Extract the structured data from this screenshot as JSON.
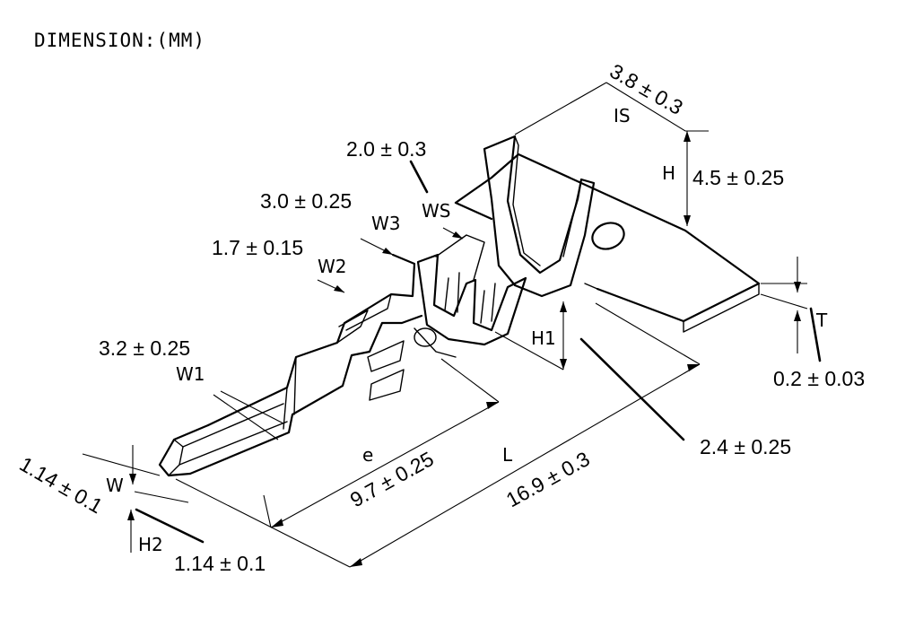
{
  "title": "DIMENSION:(MM)",
  "dimensions": {
    "IS": {
      "symbol": "IS",
      "value": "3.8 ± 0.3"
    },
    "H": {
      "symbol": "H",
      "value": "4.5 ± 0.25"
    },
    "WS": {
      "symbol": "WS",
      "value": "2.0 ± 0.3"
    },
    "W3": {
      "symbol": "W3",
      "value": "3.0 ± 0.25"
    },
    "W2": {
      "symbol": "W2",
      "value": "1.7 ± 0.15"
    },
    "W1": {
      "symbol": "W1",
      "value": "3.2 ± 0.25"
    },
    "T": {
      "symbol": "T",
      "value": "0.2 ± 0.03"
    },
    "H1": {
      "symbol": "H1",
      "value": "2.4 ± 0.25"
    },
    "e": {
      "symbol": "e",
      "value": "9.7 ± 0.25"
    },
    "L": {
      "symbol": "L",
      "value": "16.9 ± 0.3"
    },
    "W": {
      "symbol": "W",
      "value": "1.14 ± 0.1"
    },
    "H2": {
      "symbol": "H2",
      "value": "1.14 ± 0.1"
    }
  }
}
